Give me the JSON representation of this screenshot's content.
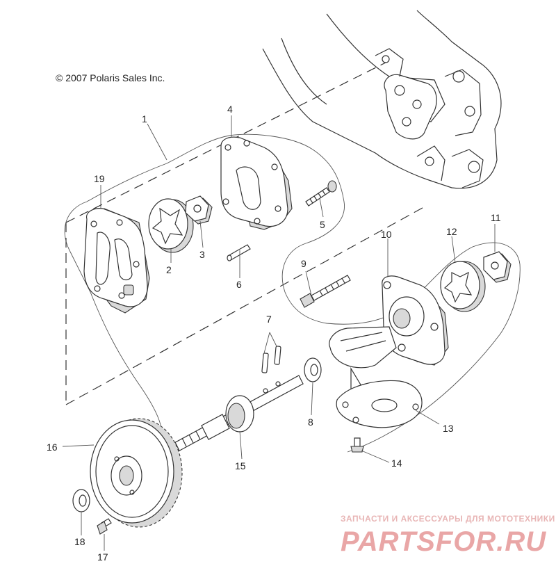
{
  "copyright": "© 2007 Polaris Sales Inc.",
  "callouts": [
    "1",
    "2",
    "3",
    "4",
    "5",
    "6",
    "7",
    "8",
    "9",
    "10",
    "11",
    "12",
    "13",
    "14",
    "15",
    "16",
    "17",
    "18",
    "19"
  ],
  "watermark": {
    "tagline": "ЗАПЧАСТИ И АКСЕССУАРЫ ДЛЯ МОТОТЕХНИКИ",
    "brand": "PARTSFOR.RU"
  },
  "colors": {
    "line": "#333333",
    "watermark": "#e9a6a6"
  }
}
